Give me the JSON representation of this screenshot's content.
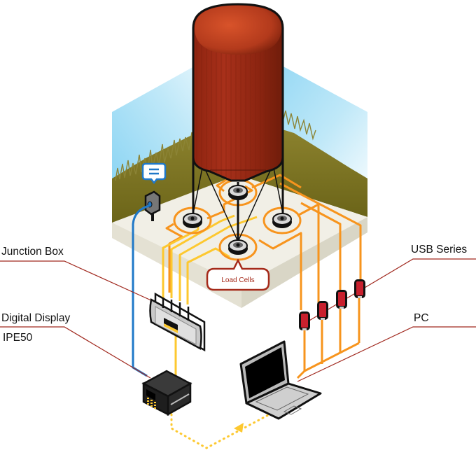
{
  "title": "Silo weighing system diagram",
  "labels": {
    "junction_box": "Junction Box",
    "digital_display_line1": "Digital Display",
    "digital_display_line2": "IPE50",
    "usb_series": "USB Series",
    "pc": "PC",
    "load_cells": "Load Cells"
  },
  "components": {
    "silo": "silo",
    "load_cell_count": 4,
    "usb_module_count": 4,
    "sensor_callout_icon": "equals-icon"
  },
  "colors": {
    "silo": "#9e2a14",
    "silo_top": "#cf4a24",
    "platform": "#f1efe6",
    "platform_side": "#e4e1d3",
    "sky": "#8fd6f3",
    "grass": "#7a7020",
    "cable_orange": "#f7941d",
    "cable_yellow": "#fdc82f",
    "cable_blue": "#1f78c8",
    "leader_line": "#a0281e",
    "usb_red": "#c8202e",
    "callout_border": "#a52a1a"
  }
}
